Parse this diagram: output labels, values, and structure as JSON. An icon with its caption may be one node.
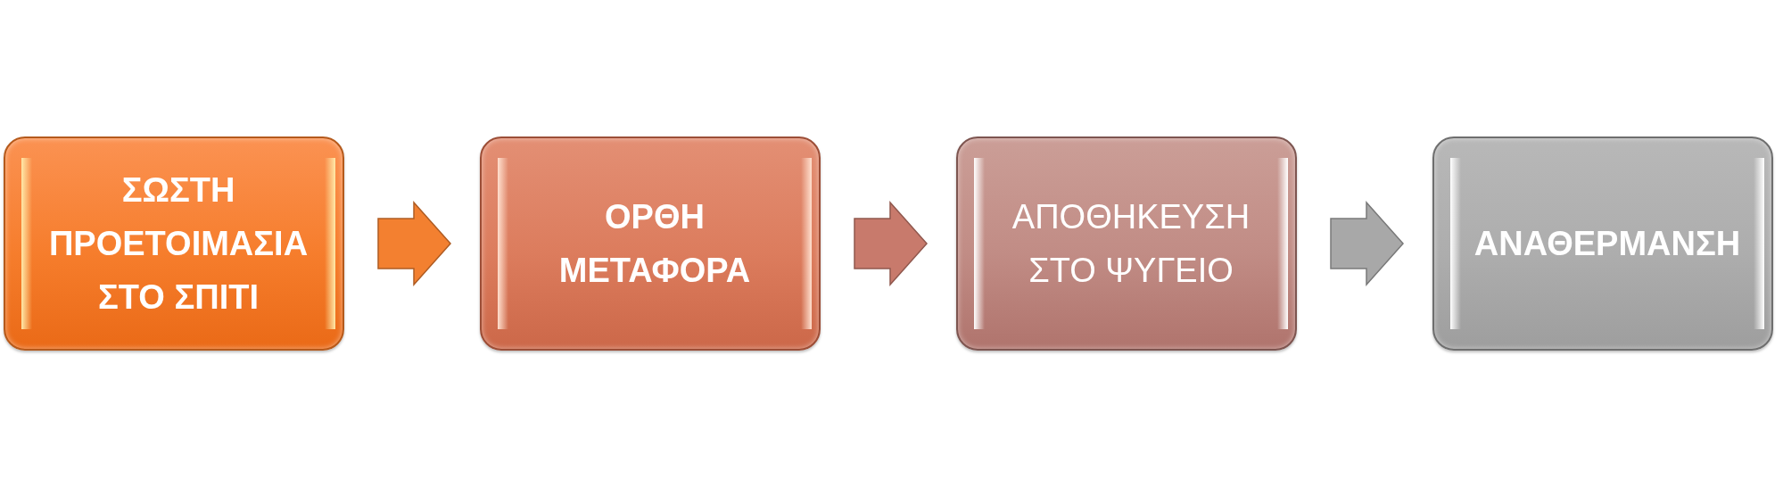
{
  "diagram": {
    "nodes": [
      {
        "text": [
          "ΣΩΣΤΗ ΠΡΟΕΤΟΙΜΑΣΙΑ ΣΤΟ ΣΠΙΤΙ"
        ]
      },
      {
        "text": [
          "ΟΡΘΗ ΜΕΤΑΦΟΡΑ"
        ]
      },
      {
        "text": [
          "ΑΠΟΘΗΚΕΥΣΗ ΣΤΟ ΨΥΓΕΙΟ"
        ]
      },
      {
        "text": [
          "ΑΝΑΘΕΡΜΑΝΣΗ"
        ]
      }
    ],
    "edges": [
      {
        "from": 0,
        "to": 1,
        "arrow": "to",
        "color": "#f38030"
      },
      {
        "from": 1,
        "to": 2,
        "arrow": "to",
        "color": "#c87a6c"
      },
      {
        "from": 2,
        "to": 3,
        "arrow": "to",
        "color": "#a8a8a8"
      }
    ]
  }
}
